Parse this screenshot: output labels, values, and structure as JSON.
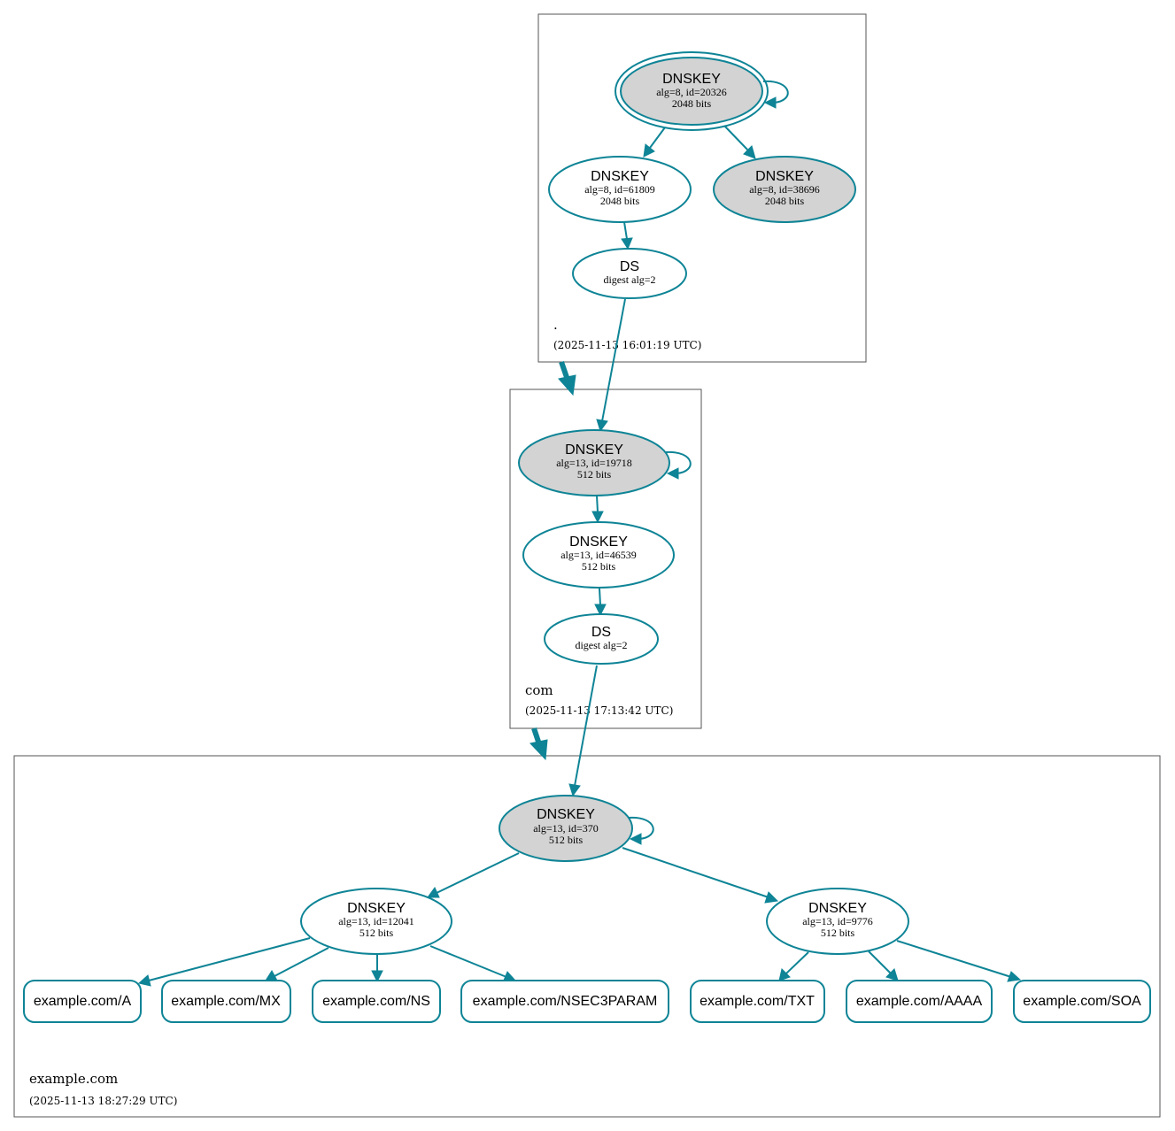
{
  "diagram": {
    "zones": [
      {
        "id": "root",
        "name": ".",
        "timestamp": "(2025-11-13 16:01:19 UTC)"
      },
      {
        "id": "com",
        "name": "com",
        "timestamp": "(2025-11-13 17:13:42 UTC)"
      },
      {
        "id": "example",
        "name": "example.com",
        "timestamp": "(2025-11-13 18:27:29 UTC)"
      }
    ],
    "nodes": [
      {
        "id": "root_ksk",
        "title": "DNSKEY",
        "line1": "alg=8, id=20326",
        "line2": "2048 bits",
        "filled": true,
        "double": true
      },
      {
        "id": "root_zsk1",
        "title": "DNSKEY",
        "line1": "alg=8, id=61809",
        "line2": "2048 bits",
        "filled": false
      },
      {
        "id": "root_zsk2",
        "title": "DNSKEY",
        "line1": "alg=8, id=38696",
        "line2": "2048 bits",
        "filled": true
      },
      {
        "id": "root_ds",
        "title": "DS",
        "line1": "digest alg=2",
        "line2": "",
        "filled": false
      },
      {
        "id": "com_ksk",
        "title": "DNSKEY",
        "line1": "alg=13, id=19718",
        "line2": "512 bits",
        "filled": true
      },
      {
        "id": "com_zsk",
        "title": "DNSKEY",
        "line1": "alg=13, id=46539",
        "line2": "512 bits",
        "filled": false
      },
      {
        "id": "com_ds",
        "title": "DS",
        "line1": "digest alg=2",
        "line2": "",
        "filled": false
      },
      {
        "id": "ex_ksk",
        "title": "DNSKEY",
        "line1": "alg=13, id=370",
        "line2": "512 bits",
        "filled": true
      },
      {
        "id": "ex_zsk1",
        "title": "DNSKEY",
        "line1": "alg=13, id=12041",
        "line2": "512 bits",
        "filled": false
      },
      {
        "id": "ex_zsk2",
        "title": "DNSKEY",
        "line1": "alg=13, id=9776",
        "line2": "512 bits",
        "filled": false
      }
    ],
    "rrsets": [
      {
        "id": "rr_a",
        "label": "example.com/A"
      },
      {
        "id": "rr_mx",
        "label": "example.com/MX"
      },
      {
        "id": "rr_ns",
        "label": "example.com/NS"
      },
      {
        "id": "rr_nsec3param",
        "label": "example.com/NSEC3PARAM"
      },
      {
        "id": "rr_txt",
        "label": "example.com/TXT"
      },
      {
        "id": "rr_aaaa",
        "label": "example.com/AAAA"
      },
      {
        "id": "rr_soa",
        "label": "example.com/SOA"
      }
    ],
    "colors": {
      "edge": "#0e8496",
      "filled_node": "#d3d3d3",
      "zone_border": "#555555"
    }
  }
}
